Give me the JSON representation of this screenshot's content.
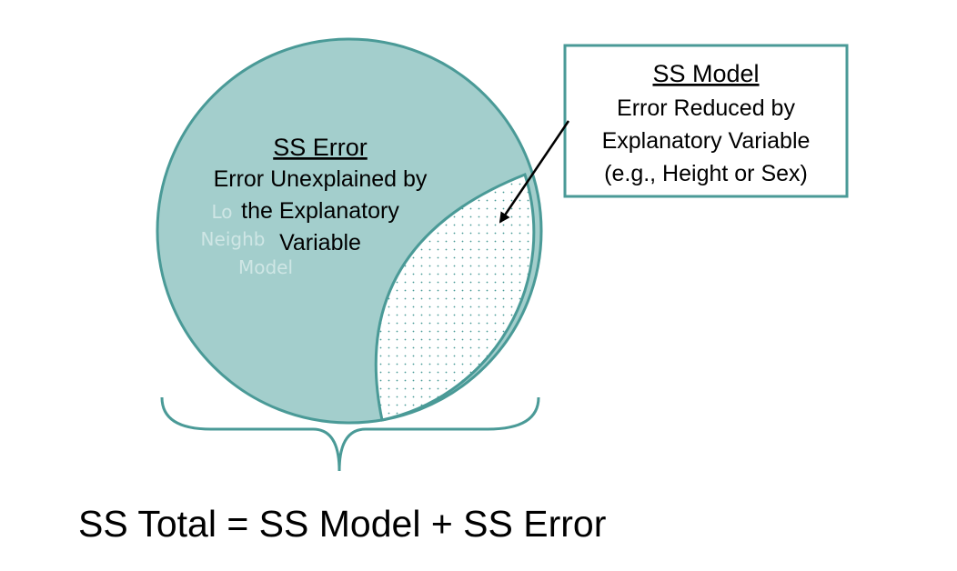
{
  "colors": {
    "accent": "#4a9a97",
    "fill": "#a3cecc",
    "ghost_text": "#cfe6e5"
  },
  "error_region": {
    "title": "SS Error",
    "lines": [
      "Error Unexplained by",
      "the Explanatory",
      "Variable"
    ],
    "ghost_lines": [
      "Lo",
      "Neighb",
      "Model"
    ]
  },
  "model_box": {
    "title": "SS Model",
    "lines": [
      "Error Reduced by",
      "Explanatory Variable",
      "(e.g., Height or Sex)"
    ]
  },
  "equation": "SS Total = SS Model + SS Error"
}
